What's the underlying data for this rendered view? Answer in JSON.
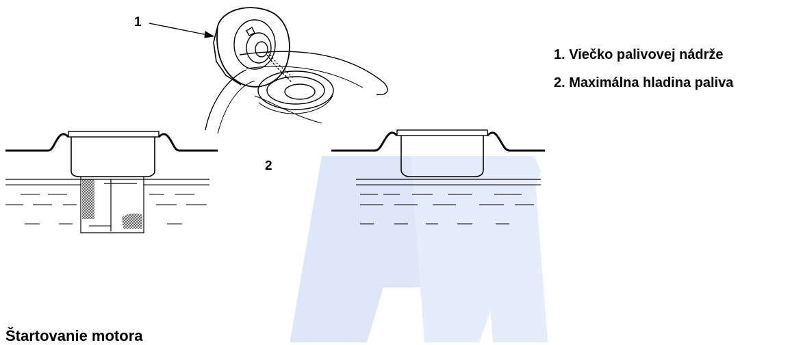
{
  "figure": {
    "callouts": [
      "1",
      "2"
    ],
    "colors": {
      "line": "#000000",
      "hatch": "#555555",
      "watermark": "#dde7f8"
    }
  },
  "legend": {
    "items": [
      "1. Viečko palivovej nádrže",
      "2. Maximálna hladina paliva"
    ]
  },
  "section": {
    "heading": "Štartovanie motora"
  }
}
